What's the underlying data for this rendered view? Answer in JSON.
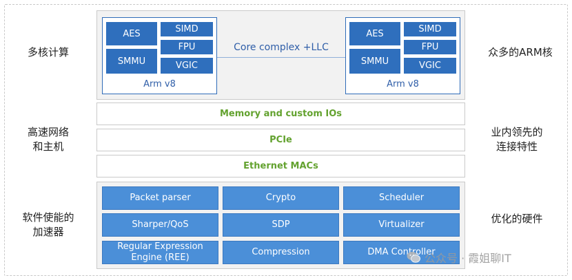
{
  "side_labels": {
    "left_top": "多核计算",
    "right_top": "众多的ARM核",
    "left_mid": "高速网络\n和主机",
    "right_mid": "业内领先的\n连接特性",
    "left_bottom": "软件使能的\n加速器",
    "right_bottom": "优化的硬件"
  },
  "core_left": {
    "aes": "AES",
    "simd": "SIMD",
    "fpu": "FPU",
    "smmu": "SMMU",
    "vgic": "VGIC",
    "title": "Arm v8"
  },
  "core_right": {
    "aes": "AES",
    "simd": "SIMD",
    "fpu": "FPU",
    "smmu": "SMMU",
    "vgic": "VGIC",
    "title": "Arm v8"
  },
  "core_link_label": "Core complex +LLC",
  "bands": {
    "memory": "Memory and custom IOs",
    "pcie": "PCIe",
    "ethernet": "Ethernet MACs"
  },
  "accelerators": [
    [
      "Packet parser",
      "Crypto",
      "Scheduler"
    ],
    [
      "Sharper/QoS",
      "SDP",
      "Virtualizer"
    ],
    [
      "Regular Expression\nEngine (REE)",
      "Compression",
      "DMA Controller"
    ]
  ],
  "watermark": "公众号 · 霞姐聊IT",
  "colors": {
    "core_block": "#2f6fbd",
    "accelerator_block": "#4b8fd8",
    "band_text": "#63a22f",
    "panel_bg": "#f2f2f2"
  }
}
